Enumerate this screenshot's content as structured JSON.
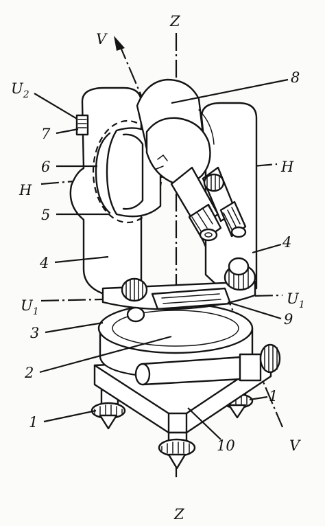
{
  "axis_labels": {
    "z_top": "Z",
    "z_bottom": "Z",
    "v_top": "V",
    "v_bottom": "V",
    "h_left": "H",
    "h_right": "H",
    "u2": "U",
    "u2_sub": "2",
    "u1_left": "U",
    "u1_left_sub": "1",
    "u1_right": "U",
    "u1_right_sub": "1"
  },
  "callouts": {
    "c1_left": "1",
    "c1_right": "1",
    "c2": "2",
    "c3": "3",
    "c4_left": "4",
    "c4_right": "4",
    "c5": "5",
    "c6": "6",
    "c7": "7",
    "c8": "8",
    "c9": "9",
    "c10": "10"
  }
}
